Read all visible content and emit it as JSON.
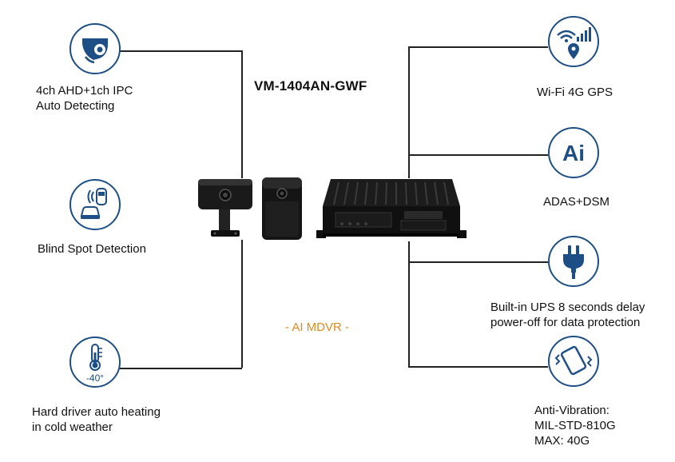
{
  "title": "VM-1404AN-GWF",
  "subtitle": "- AI MDVR -",
  "features_left": [
    {
      "lines": [
        "4ch AHD+1ch IPC",
        "Auto Detecting"
      ],
      "icon": "camera-icon"
    },
    {
      "lines": [
        "Blind Spot Detection"
      ],
      "icon": "blind-spot-icon"
    },
    {
      "lines": [
        "Hard driver auto heating",
        "in cold weather"
      ],
      "icon": "thermometer-icon",
      "icon_text": "-40°"
    }
  ],
  "features_right": [
    {
      "lines": [
        "Wi-Fi 4G GPS"
      ],
      "icon": "wifi-signal-gps-icon"
    },
    {
      "lines": [
        "ADAS+DSM"
      ],
      "icon": "ai-icon",
      "icon_text": "Ai"
    },
    {
      "lines": [
        "Built-in UPS 8 seconds delay",
        "power-off for data protection"
      ],
      "icon": "plug-icon"
    },
    {
      "lines": [
        "Anti-Vibration:",
        "MIL-STD-810G",
        "MAX: 40G"
      ],
      "icon": "vibrating-phone-icon"
    }
  ],
  "colors": {
    "icon_blue": "#1d4f86",
    "accent_orange": "#e08a1e"
  }
}
